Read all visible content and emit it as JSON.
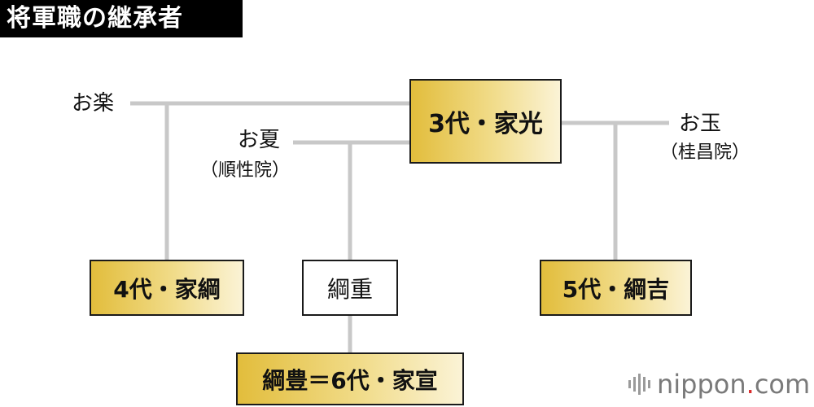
{
  "title": "将軍職の継承者",
  "people": {
    "oraku": "お楽",
    "onatsu": "お夏",
    "onatsu_title": "（順性院）",
    "otama": "お玉",
    "otama_title": "（桂昌院）"
  },
  "boxes": {
    "iemitsu": "3代・家光",
    "ietsuna": "4代・家綱",
    "tsunashige": "綱重",
    "tsunayoshi": "5代・綱吉",
    "ienobu": "綱豊＝6代・家宣"
  },
  "logo": {
    "name": "nippon",
    "dot": ".",
    "tld": "com"
  },
  "colors": {
    "gold_start": "#e2bd3c",
    "gold_end": "#fbf3d6",
    "line": "#c8c8c8",
    "title_bg": "#000000"
  }
}
